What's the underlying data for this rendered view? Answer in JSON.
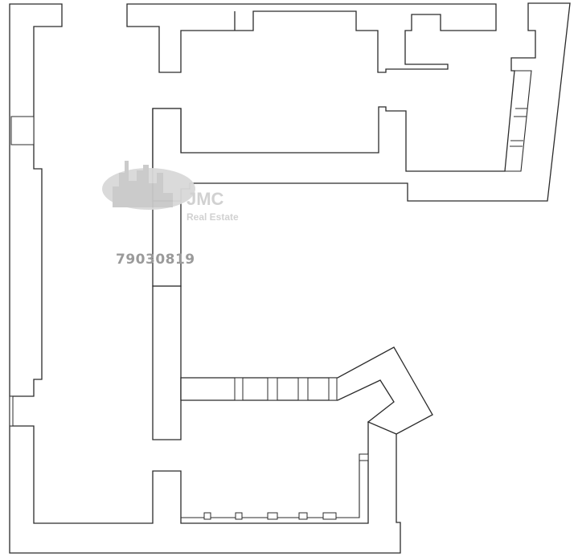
{
  "watermark": {
    "brand": "JMC",
    "subtitle": "Real Estate",
    "color": "#cfcfcf"
  },
  "listing_number": "79030819",
  "colors": {
    "wall_stroke": "#2b2b2b",
    "background": "#ffffff",
    "listing_text": "#9a9a9a"
  }
}
